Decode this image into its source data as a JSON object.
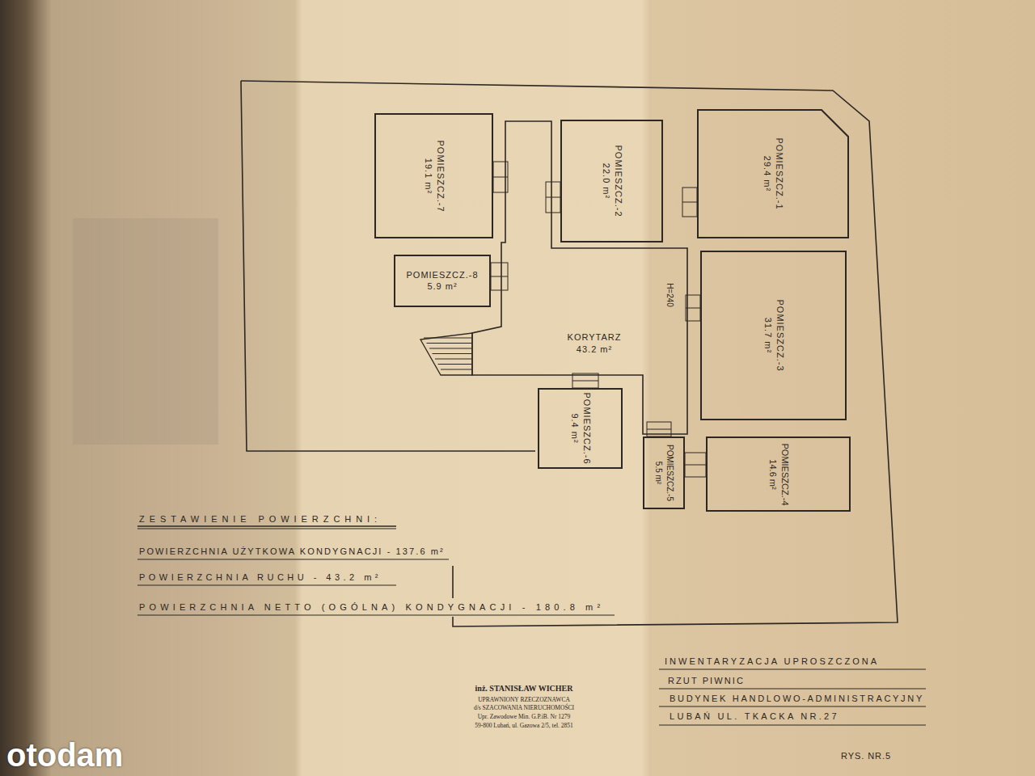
{
  "diagram": {
    "nodes": [
      {
        "text": [
          "POMIESZCZ.-7",
          "19.1 m²"
        ]
      },
      {
        "text": [
          "POMIESZCZ.-2",
          "22.0 m²"
        ]
      },
      {
        "text": [
          "POMIESZCZ.-1",
          "29.4 m²"
        ]
      },
      {
        "text": [
          "POMIESZCZ.-8",
          "5.9 m²"
        ]
      },
      {
        "text": [
          "KORYTARZ",
          "43.2 m²"
        ]
      },
      {
        "text": [
          "POMIESZCZ.-3",
          "31.7 m²"
        ]
      },
      {
        "text": [
          "POMIESZCZ.-6",
          "9.4 m²"
        ]
      },
      {
        "text": [
          "POMIESZCZ.-5",
          "5.5 m²"
        ]
      },
      {
        "text": [
          "POMIESZCZ.-4",
          "14.6 m²"
        ]
      }
    ],
    "labels": [
      "H=240",
      "ZESTAWIENIE POWIERZCHNI:",
      "POWIERZCHNIA UŻYTKOWA KONDYGNACJI - 137.6 m²",
      "POWIERZCHNIA RUCHU - 43.2 m²",
      "POWIERZCHNIA NETTO (OGÓLNA) KONDYGNACJI - 180.8 m²",
      "inż. STANISŁAW WICHER",
      "UPRAWNIONY RZECZOZNAWCA",
      "d/s SZACOWANIA NIERUCHOMOŚCI",
      "Upr. Zawodowe Min. G.P.iB. Nr 1279",
      "59-800 Lubań, ul. Gazowa 2/5, tel. 2851",
      "INWENTARYZACJA UPROSZCZONA",
      "RZUT PIWNIC",
      "BUDYNEK HANDLOWO-ADMINISTRACYJNY",
      "LUBAŃ UL. TKACKA NR.27",
      "RYS. NR.5",
      "otodam"
    ]
  }
}
